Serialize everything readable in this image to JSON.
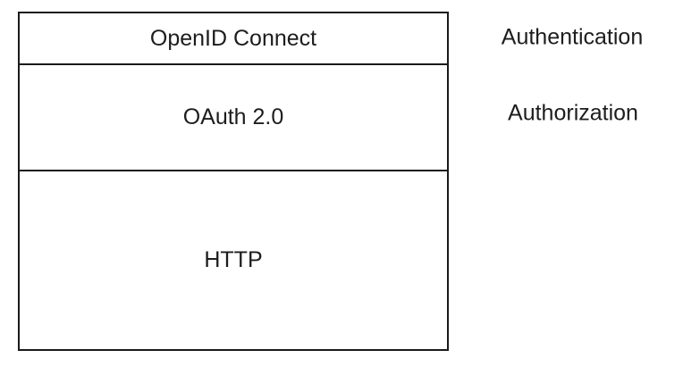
{
  "diagram": {
    "layers": [
      {
        "label": "OpenID Connect",
        "annotation": "Authentication"
      },
      {
        "label": "OAuth 2.0",
        "annotation": "Authorization"
      },
      {
        "label": "HTTP",
        "annotation": null
      }
    ],
    "colors": {
      "border": "#1a1a1a",
      "text": "#1d1d1d",
      "background": "#ffffff",
      "layer_fill": "#ffffff"
    }
  }
}
